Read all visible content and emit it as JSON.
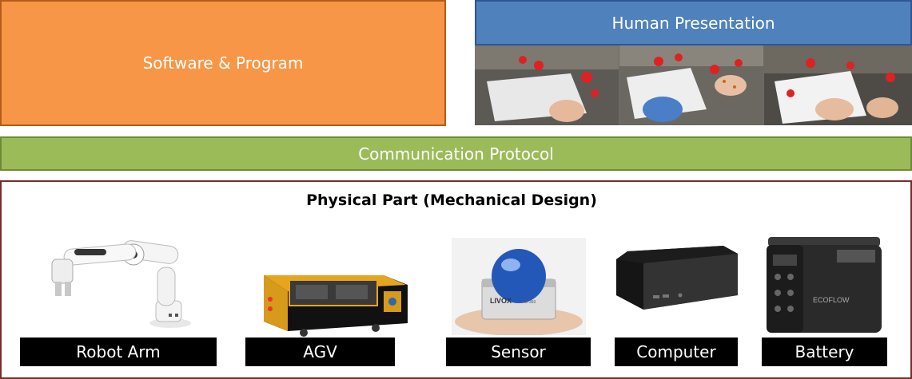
{
  "software": {
    "label": "Software & Program"
  },
  "human": {
    "label": "Human Presentation"
  },
  "comm": {
    "label": "Communication Protocol"
  },
  "physical": {
    "title": "Physical Part (Mechanical Design)",
    "items": [
      {
        "label": "Robot Arm",
        "icon": "robot-arm-icon"
      },
      {
        "label": "AGV",
        "icon": "agv-icon"
      },
      {
        "label": "Sensor",
        "icon": "lidar-sensor-icon"
      },
      {
        "label": "Computer",
        "icon": "mini-pc-icon"
      },
      {
        "label": "Battery",
        "icon": "power-station-icon"
      }
    ],
    "sensor_brand": "LIVOX",
    "sensor_model": "HD-360",
    "battery_brand": "ECOFLOW"
  },
  "colors": {
    "software": "#f79646",
    "human": "#4f81bd",
    "comm": "#9bbb59",
    "physical_border": "#7a2a2a",
    "label_bg": "#000000"
  }
}
